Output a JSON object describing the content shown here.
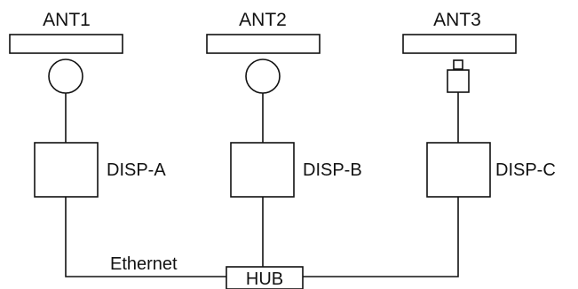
{
  "antennas": [
    {
      "label": "ANT1",
      "connector": "circle"
    },
    {
      "label": "ANT2",
      "connector": "circle"
    },
    {
      "label": "ANT3",
      "connector": "square"
    }
  ],
  "displays": [
    {
      "label": "DISP-A"
    },
    {
      "label": "DISP-B"
    },
    {
      "label": "DISP-C"
    }
  ],
  "network": {
    "cable_label": "Ethernet",
    "hub_label": "HUB"
  }
}
